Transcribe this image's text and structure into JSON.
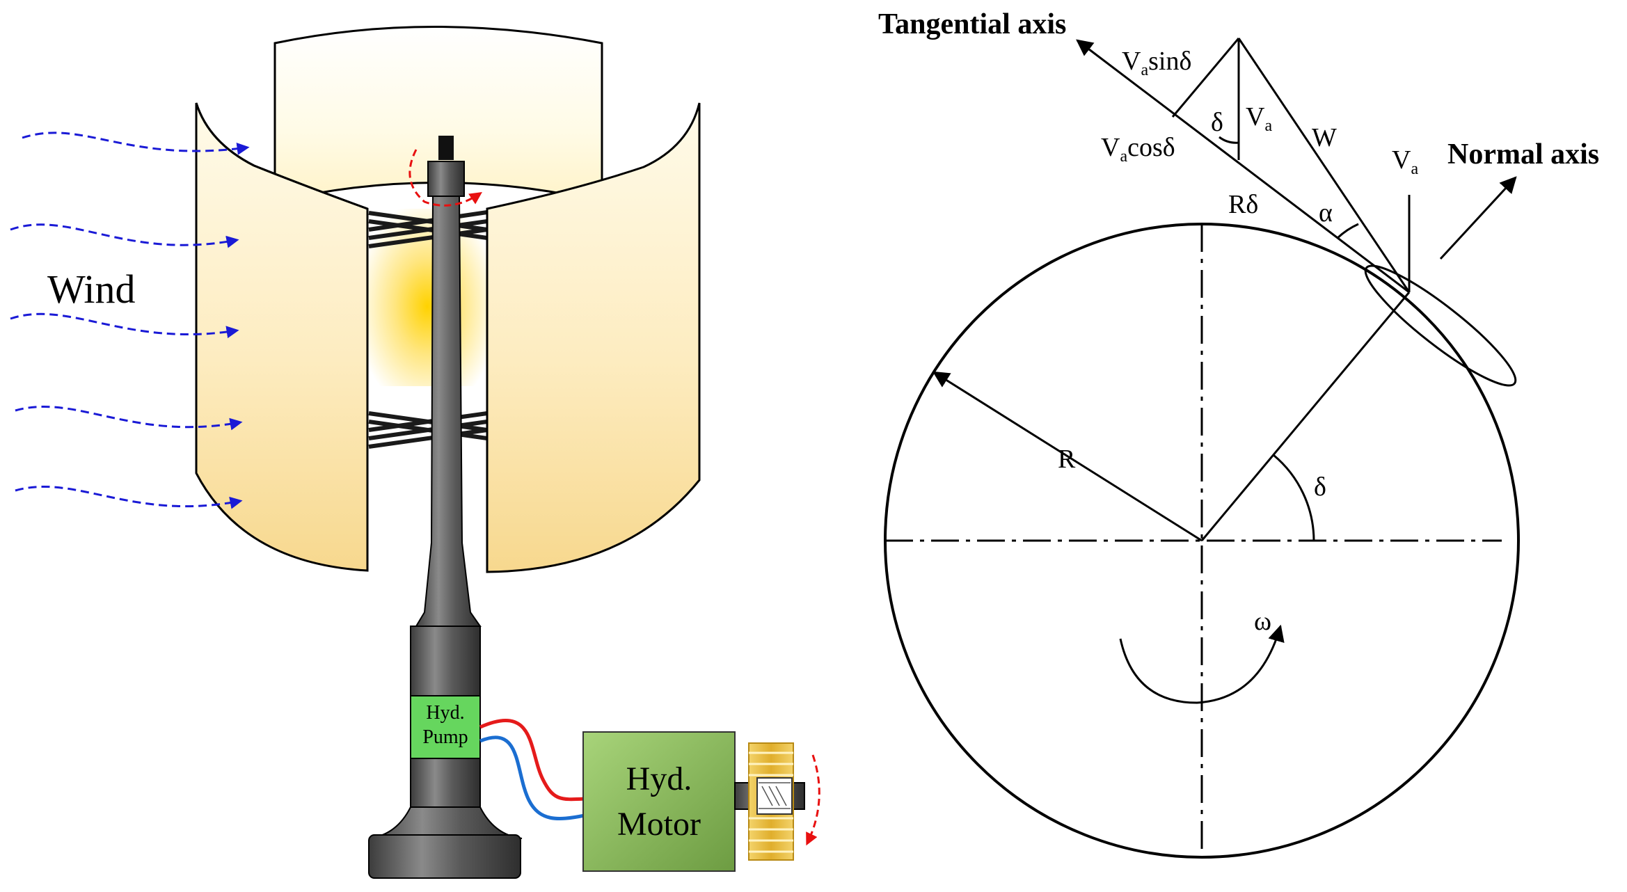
{
  "turbine": {
    "wind_label": "Wind",
    "pump_line1": "Hyd.",
    "pump_line2": "Pump",
    "motor_line1": "Hyd.",
    "motor_line2": "Motor"
  },
  "geometry_diagram": {
    "tangential_axis": "Tangential axis",
    "normal_axis": "Normal axis",
    "va_sin_prefix": "V",
    "va_sub": "a",
    "sin_suffix": "sinδ",
    "cos_suffix": "cosδ",
    "va_symbol": "V",
    "delta_top": "δ",
    "w_label": "W",
    "r_delta": "Rδ",
    "alpha": "α",
    "radius_label": "R",
    "delta_center": "δ",
    "omega": "ω"
  },
  "colors": {
    "blade_light": "#fffbe8",
    "blade_dark": "#f8dc98",
    "inner_glow": "#ffd200",
    "shaft": "#555555",
    "pump_green": "#66d65e",
    "motor_green": "#8ebc5c",
    "gear_gold": "#e3b838",
    "wind_arrow": "#1a1ad6",
    "rotation_arrow": "#e81010",
    "hose_red": "#e51b1b",
    "hose_blue": "#1b6ed1"
  }
}
